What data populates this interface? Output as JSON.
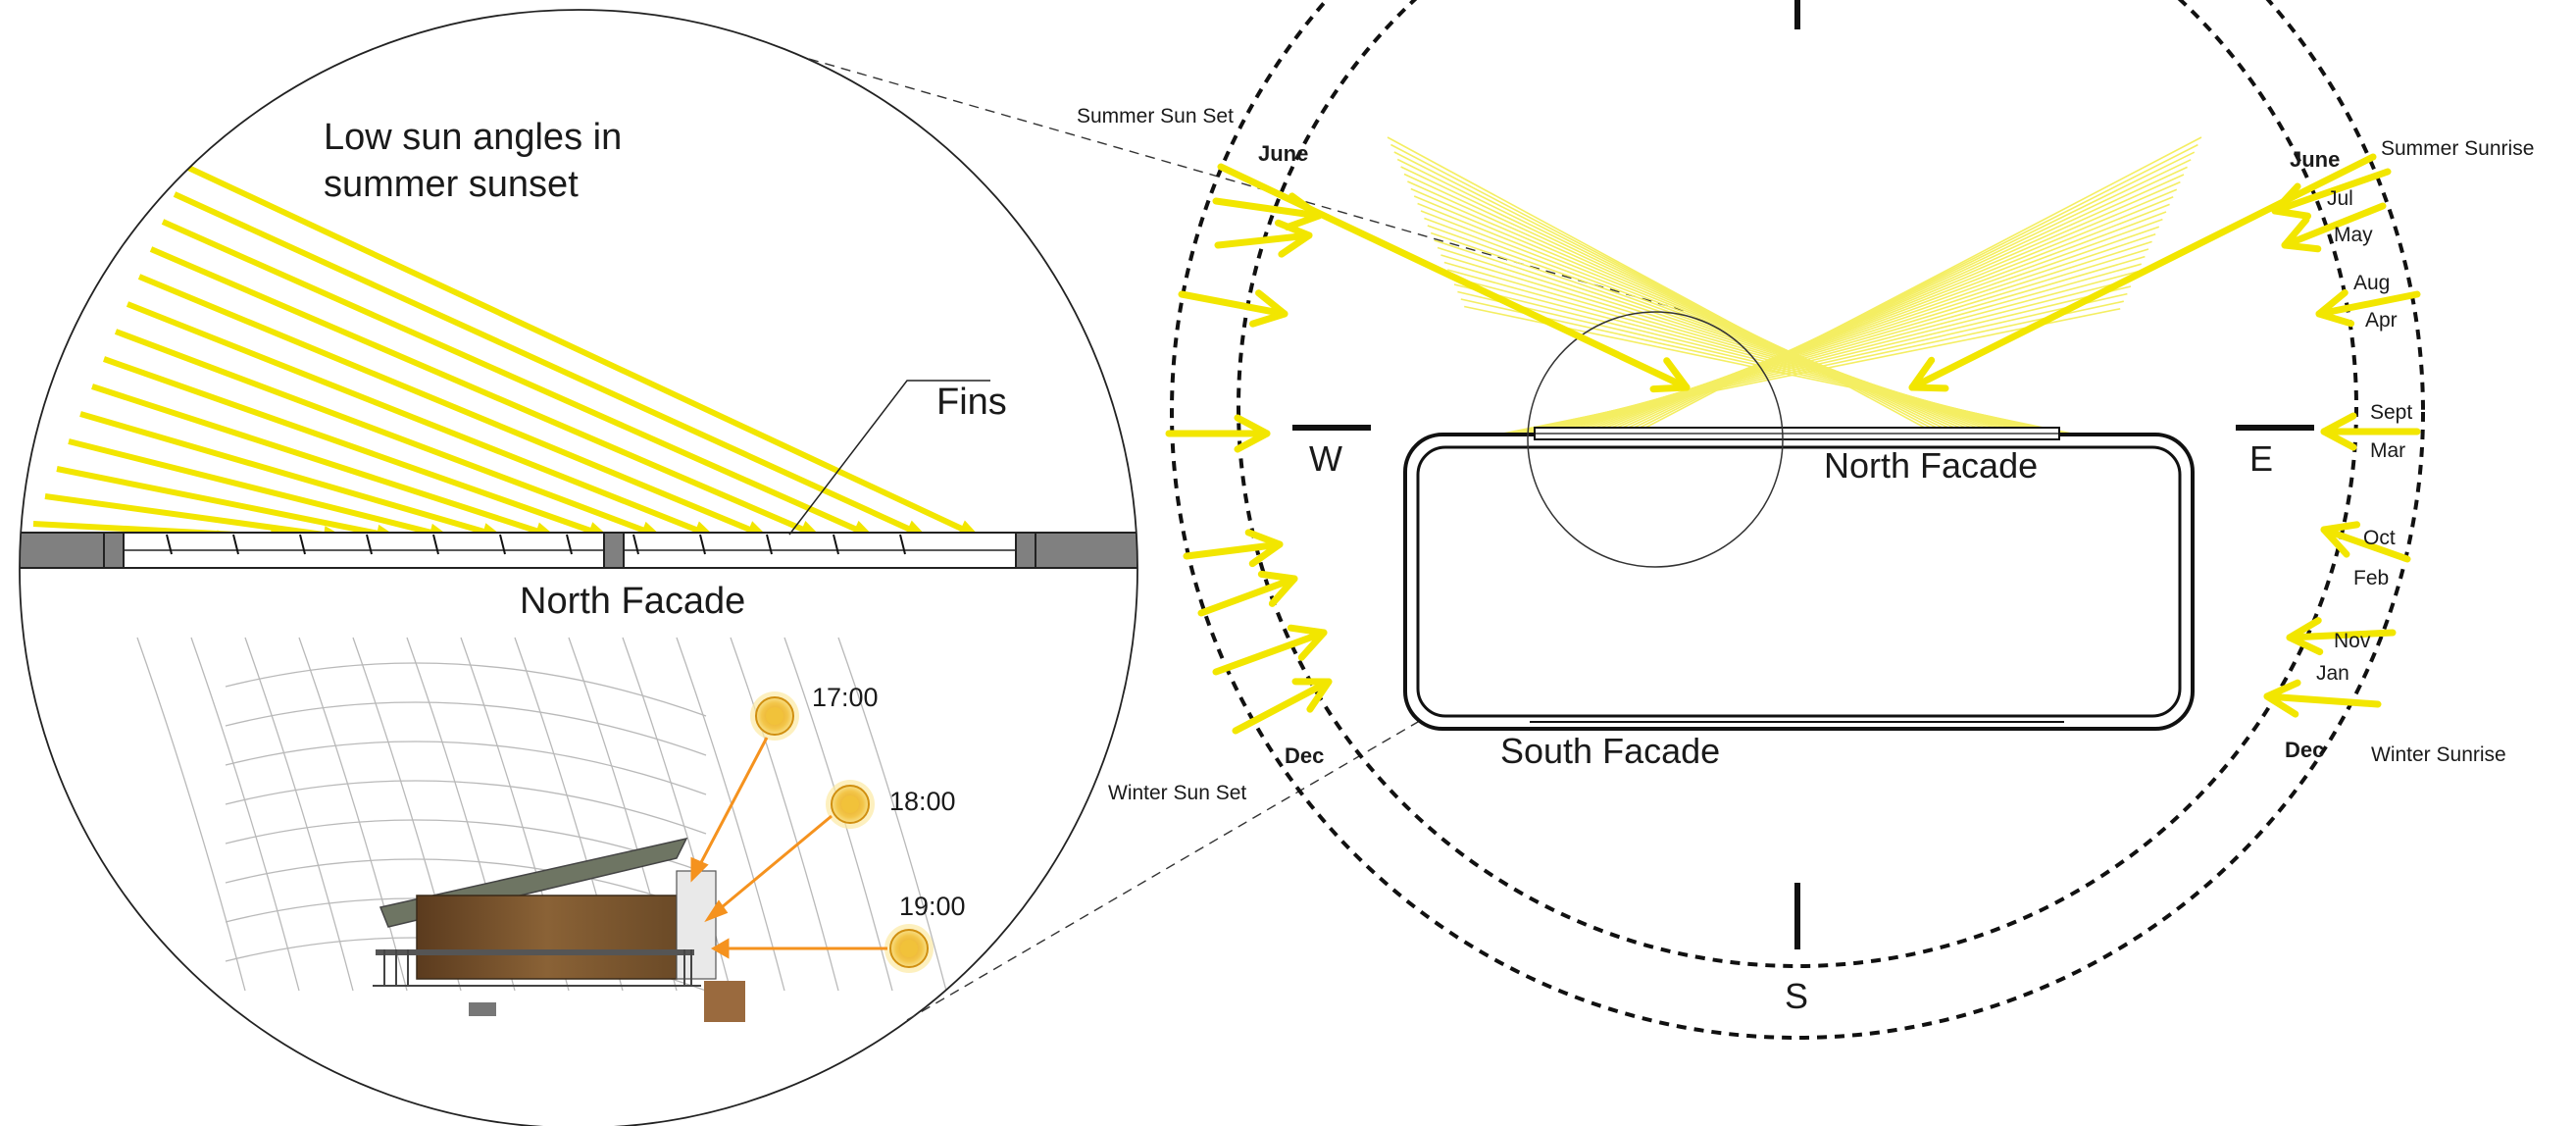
{
  "detail": {
    "caption": "Low sun angles in\nsummer sunset",
    "fins_label": "Fins",
    "facade_label": "North Facade",
    "times": [
      "17:00",
      "18:00",
      "19:00"
    ]
  },
  "plan": {
    "north_facade": "North Facade",
    "south_facade": "South Facade",
    "directions": {
      "west": "W",
      "east": "E",
      "south": "S"
    },
    "markers": {
      "summer_sunset": "Summer Sun Set",
      "winter_sunset": "Winter Sun Set",
      "summer_sunrise": "Summer Sunrise",
      "winter_sunrise": "Winter Sunrise"
    },
    "west_months": {
      "june": "June",
      "dec": "Dec"
    },
    "east_months": {
      "june": "June",
      "jul": "Jul",
      "may": "May",
      "aug": "Aug",
      "apr": "Apr",
      "sept": "Sept",
      "mar": "Mar",
      "oct": "Oct",
      "feb": "Feb",
      "nov": "Nov",
      "jan": "Jan",
      "dec": "Dec"
    }
  },
  "colors": {
    "sun_ray": "#f2e600",
    "ray_thin": "#f4ee62",
    "arrow_orange": "#f5921e",
    "wall_grey": "#7f7f7f",
    "line": "#111111"
  }
}
